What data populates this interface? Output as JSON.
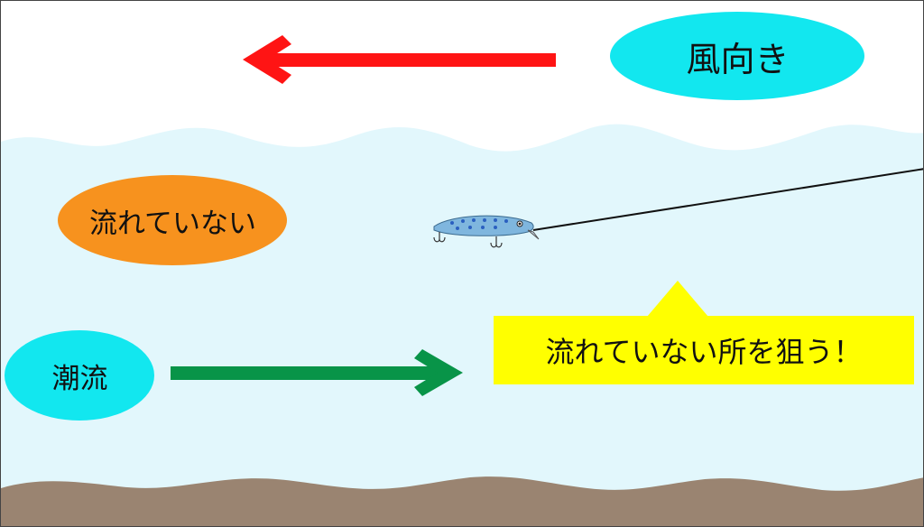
{
  "labels": {
    "wind_direction": "風向き",
    "no_current": "流れていない",
    "tidal_current": "潮流",
    "callout": "流れていない所を狙う！"
  },
  "colors": {
    "sky": "#ffffff",
    "water": "#e2f7fc",
    "seabed": "#9a8471",
    "wind_arrow": "#ff1414",
    "current_arrow": "#089448",
    "wind_ellipse": "#12e7ef",
    "still_ellipse": "#f7921e",
    "tide_ellipse": "#12e7ef",
    "callout_fill": "#ffff00",
    "lure_body": "#7fb6de",
    "lure_spots": "#2a5fc0"
  },
  "icons": {
    "wind_arrow": "left-arrow",
    "current_arrow": "right-arrow",
    "lure": "minnow-lure"
  }
}
